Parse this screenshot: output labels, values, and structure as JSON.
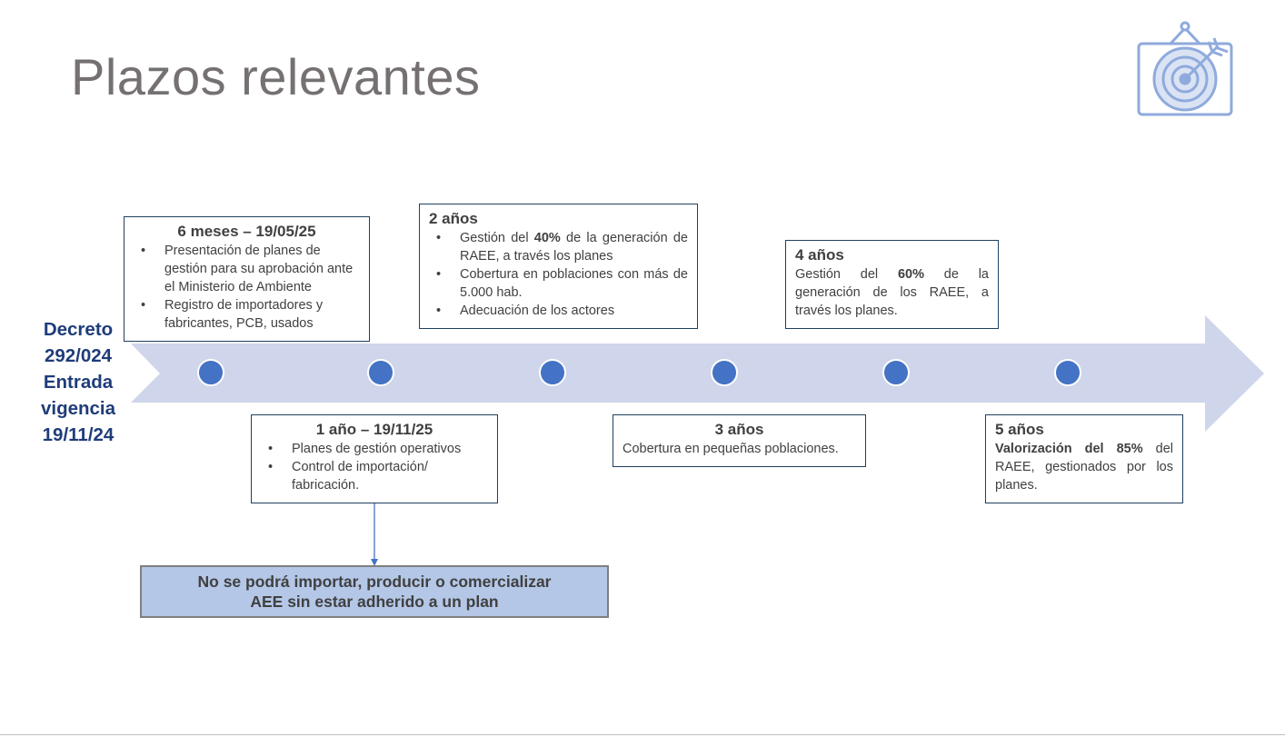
{
  "page": {
    "title": "Plazos relevantes",
    "left_label": [
      "Decreto",
      "292/024",
      "Entrada",
      "vigencia",
      "19/11/24"
    ]
  },
  "colors": {
    "arrow": "#cfd5ea",
    "dot": "#4472c4",
    "title": "#767171",
    "left_label": "#1f3c7a",
    "box_border": "#1f3f5f",
    "callout_fill": "#b4c7e7",
    "icon": "#8faadc"
  },
  "icons": {
    "header": "target-icon"
  },
  "milestones": {
    "m6": {
      "header": "6 meses – 19/05/25",
      "items": [
        "Presentación de planes de gestión para su aprobación ante el Ministerio de Ambiente",
        "Registro de importadores y fabricantes, PCB, usados"
      ]
    },
    "y1": {
      "header": "1 año – 19/11/25",
      "items": [
        "Planes de gestión operativos",
        "Control de importación/ fabricación."
      ]
    },
    "y2": {
      "header": "2 años",
      "item1_pre": "Gestión del ",
      "item1_bold": "40%",
      "item1_post": " de la generación de RAEE, a través los planes",
      "item2": "Cobertura en poblaciones con más de 5.000 hab.",
      "item3": "Adecuación de los actores"
    },
    "y3": {
      "header": "3 años",
      "text": "Cobertura en pequeñas poblaciones."
    },
    "y4": {
      "header": "4 años",
      "pre": "Gestión del ",
      "bold": "60%",
      "post": " de la generación de los RAEE, a través los planes."
    },
    "y5": {
      "header": "5 años",
      "bold": "Valorización del 85%",
      "post": " del RAEE, gestionados por los planes."
    }
  },
  "callout": {
    "line1": "No se podrá importar, producir o comercializar",
    "line2": "AEE sin estar adherido a un plan"
  }
}
